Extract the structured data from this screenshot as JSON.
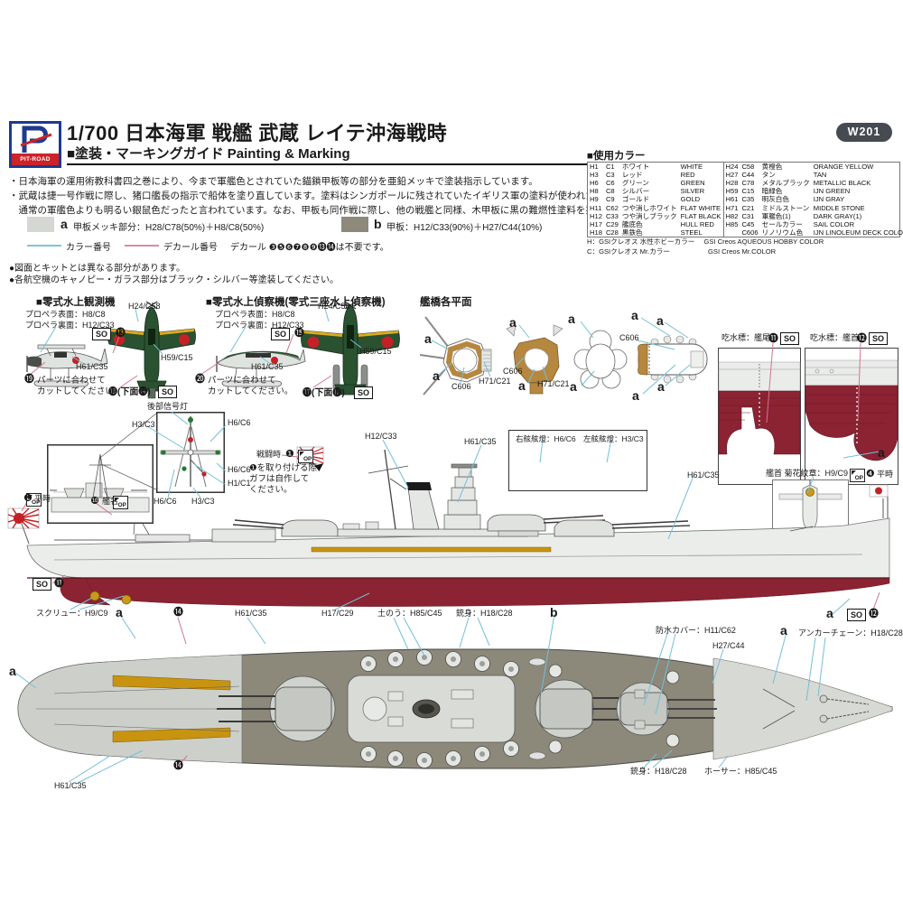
{
  "header": {
    "brand": "PIT-ROAD",
    "title": "1/700 日本海軍 戦艦 武蔵 レイテ沖海戦時",
    "subtitle": "■塗装・マーキングガイド Painting & Marking",
    "product_code": "W201"
  },
  "badges": {
    "so": "SO",
    "op": "OP"
  },
  "keys": {
    "a": "a",
    "b": "b"
  },
  "intro": [
    "・日本海軍の運用術教科書四之巻により、今まで軍艦色とされていた錨鎖甲板等の部分を亜鉛メッキで塗装指示しています。",
    "・武蔵は捷一号作戦に際し、猪口艦長の指示で船体を塗り直しています。塗料はシンガポールに残されていたイギリス軍の塗料が使われたらしく、",
    "　通常の軍艦色よりも明るい銀鼠色だったと言われています。なお、甲板も同作戦に際し、他の戦艦と同様、木甲板に黒の難燃性塗料を塗りました。"
  ],
  "deck_colors": {
    "a_text": "甲板メッキ部分：H28/C78(50%)＋H8/C8(50%)",
    "b_text": "甲板：H12/C33(90%)＋H27/C44(10%)",
    "a_swatch": "#d5d7d3",
    "b_swatch": "#8d897b"
  },
  "legend": {
    "color_no": "カラー番号",
    "decal_no": "デカール番号",
    "decal_note": "デカール ❸❺❻❼❽❾⓭⓮は不要です。",
    "color_line": "#7cc4dc",
    "decal_line": "#d98ca4"
  },
  "notes": [
    "●図面とキットとは異なる部分があります。",
    "●各航空機のキャノピー・ガラス部分はブラック・シルバー等塗装してください。"
  ],
  "colors": {
    "title": "■使用カラー",
    "left": [
      {
        "h": "H1",
        "c": "C1",
        "jp": "ホワイト",
        "en": "WHITE"
      },
      {
        "h": "H3",
        "c": "C3",
        "jp": "レッド",
        "en": "RED"
      },
      {
        "h": "H6",
        "c": "C6",
        "jp": "グリーン",
        "en": "GREEN"
      },
      {
        "h": "H8",
        "c": "C8",
        "jp": "シルバー",
        "en": "SILVER"
      },
      {
        "h": "H9",
        "c": "C9",
        "jp": "ゴールド",
        "en": "GOLD"
      },
      {
        "h": "H11",
        "c": "C62",
        "jp": "つや消しホワイト",
        "en": "FLAT WHITE"
      },
      {
        "h": "H12",
        "c": "C33",
        "jp": "つや消しブラック",
        "en": "FLAT BLACK"
      },
      {
        "h": "H17",
        "c": "C29",
        "jp": "艦底色",
        "en": "HULL RED"
      },
      {
        "h": "H18",
        "c": "C28",
        "jp": "黒鉄色",
        "en": "STEEL"
      }
    ],
    "right": [
      {
        "h": "H24",
        "c": "C58",
        "jp": "黄橙色",
        "en": "ORANGE YELLOW"
      },
      {
        "h": "H27",
        "c": "C44",
        "jp": "タン",
        "en": "TAN"
      },
      {
        "h": "H28",
        "c": "C78",
        "jp": "メタルブラック",
        "en": "METALLIC BLACK"
      },
      {
        "h": "H59",
        "c": "C15",
        "jp": "暗緑色",
        "en": "IJN GREEN"
      },
      {
        "h": "H61",
        "c": "C35",
        "jp": "明灰白色",
        "en": "IJN GRAY"
      },
      {
        "h": "H71",
        "c": "C21",
        "jp": "ミドルストーン",
        "en": "MIDDLE STONE"
      },
      {
        "h": "H82",
        "c": "C31",
        "jp": "軍艦色(1)",
        "en": "DARK GRAY(1)"
      },
      {
        "h": "H85",
        "c": "C45",
        "jp": "セールカラー",
        "en": "SAIL COLOR"
      },
      {
        "h": "",
        "c": "C606",
        "jp": "リノリウム色",
        "en": "IJN LINOLEUM DECK COLOR"
      }
    ],
    "foot1_jp": "H：GSIクレオス 水性ホビーカラー",
    "foot1_en": "GSI Creos AQUEOUS HOBBY COLOR",
    "foot2_jp": "C：GSIクレオス Mr.カラー",
    "foot2_en": "GSI Creos Mr.COLOR"
  },
  "obs_plane": {
    "title": "■零式水上観測機",
    "prop_front": "プロペラ表面：H8/C8",
    "prop_back": "プロペラ裏面：H12/C33",
    "side_decal": "⓭",
    "wing": "H24/C58",
    "green": "H59/C15",
    "gray": "H61/C35",
    "cut_num": "⓳",
    "cut1": "パーツに合わせて",
    "cut2": "カットしてください。",
    "under": "⓭(下面⓮)"
  },
  "recon_plane": {
    "title": "■零式水上偵察機(零式三座水上偵察機)",
    "prop_front": "プロペラ表面：H8/C8",
    "prop_back": "プロペラ裏面：H12/C33",
    "side_decal": "⓯",
    "wing": "H24/C58",
    "green": "H59/C15",
    "gray": "H61/C35",
    "cut_num": "⓴",
    "cut1": "パーツに合わせて",
    "cut2": "カットしてください。",
    "under": "⓱(下面⓲)"
  },
  "bridge": {
    "title": "艦橋各平面",
    "c606": "C606",
    "h71": "H71/C21"
  },
  "draft_marks": {
    "stern": "吃水標：艦尾",
    "stern_num": "⓫",
    "bow": "吃水標：艦首",
    "bow_num": "⓬"
  },
  "bow_crest": {
    "label": "艦首 菊花紋章：H9/C9",
    "num": "❹",
    "text": "平時"
  },
  "stern_area": {
    "signal": "後部信号灯",
    "h3_top": "H3/C3",
    "h6_top": "H6/C6",
    "h6_mid": "H6/C6",
    "h1": "H1/C1",
    "h6_bot": "H6/C6",
    "h3_bot": "H3/C3",
    "op2_num": "❷",
    "op2_text": "平時",
    "op10_num": "❿",
    "op10_text": "艦名",
    "battle": "戦闘時",
    "battle_num": "❶",
    "note1": "❶を取り付ける際、",
    "note2": "ガフは自作して",
    "note3": "ください。"
  },
  "side_lights": {
    "stbd": "右舷舷燈：H6/C6",
    "port": "左舷舷燈：H3/C3"
  },
  "profile": {
    "funnel": "H12/C33",
    "sup_left": "H61/C35",
    "sup_right": "H61/C35",
    "screw": "スクリュー：H9/C9",
    "so_stern_num": "⓫",
    "so_bow_num": "⓬"
  },
  "deck": {
    "decal": "⓮",
    "h61": "H61/C35",
    "hull_red": "H17/C29",
    "sandbag": "土のう：H85/C45",
    "gun": "銃身：H18/C28",
    "cover": "防水カバー：H11/C62",
    "h27": "H27/C44",
    "anchor": "アンカーチェーン：H18/C28",
    "h61_aft": "H61/C35",
    "decal_aft": "⓮",
    "gun_aft": "銃身：H18/C28",
    "hawser": "ホーサー：H85/C45"
  },
  "palette": {
    "hull_red": "#8b2332",
    "deck_gray": "#8c887a",
    "zinc_gray": "#d6d9d4",
    "linoleum": "#c8930f",
    "plane_green": "#2a5231",
    "tan_bridge": "#b6873e"
  }
}
